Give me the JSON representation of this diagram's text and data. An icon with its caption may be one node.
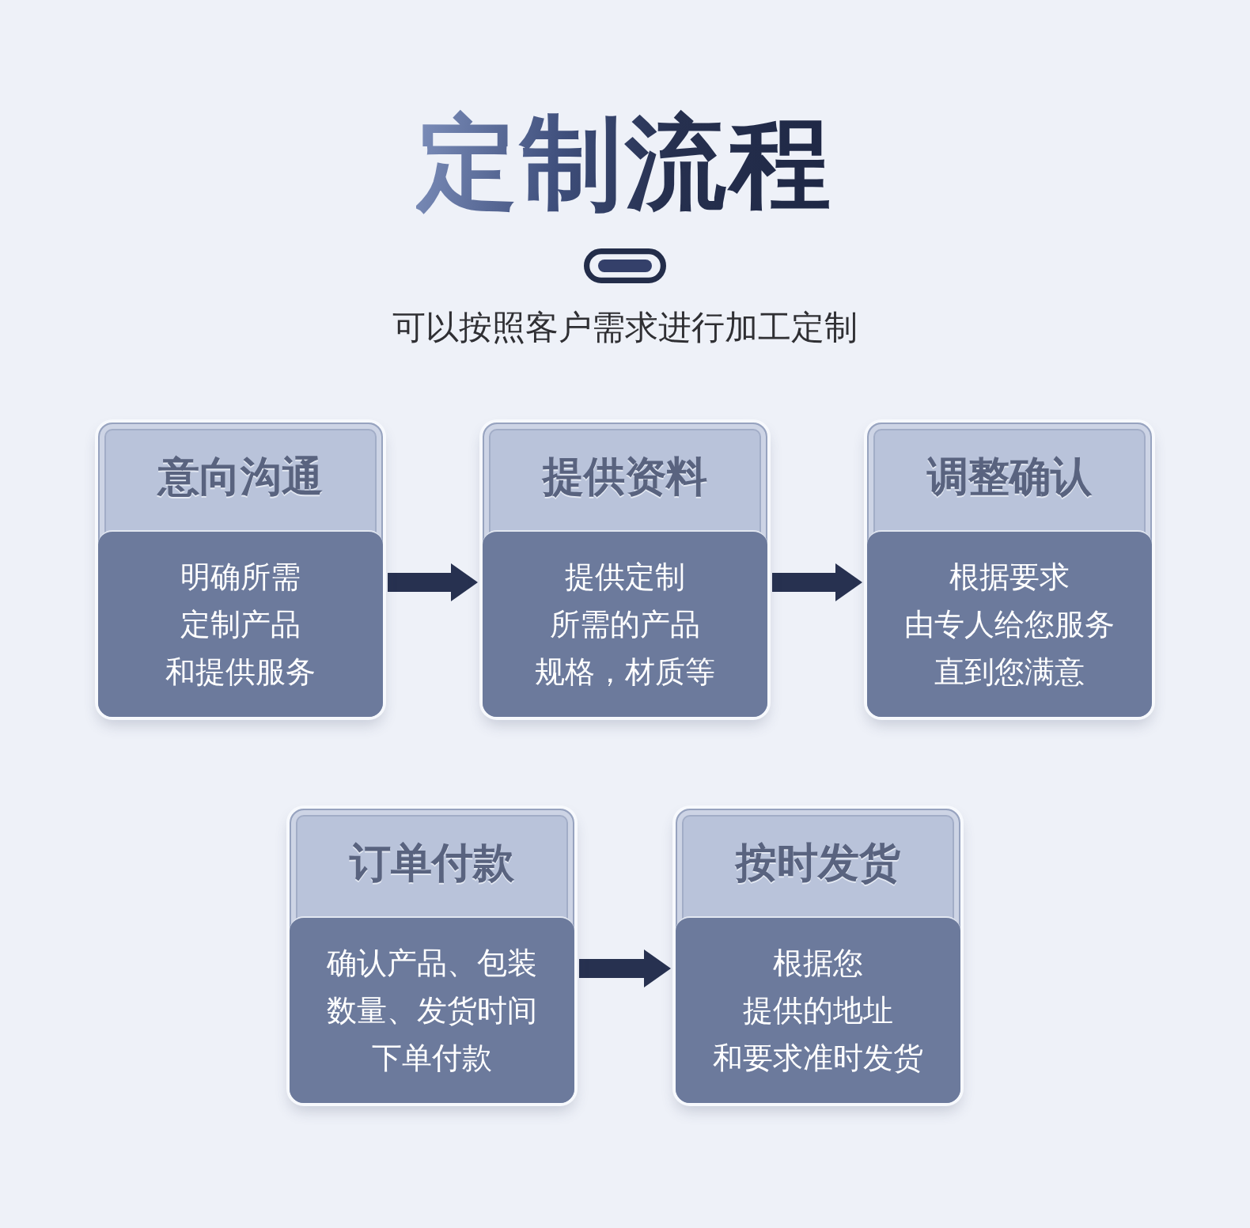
{
  "diagram": {
    "title": "定制流程",
    "nodes": [
      {
        "text": [
          "意向沟通",
          "明确所需定制产品和提供服务"
        ]
      },
      {
        "text": [
          "提供资料",
          "提供定制所需的产品规格，材质等"
        ]
      },
      {
        "text": [
          "调整确认",
          "根据要求由专人给您服务直到您满意"
        ]
      },
      {
        "text": [
          "订单付款",
          "确认产品、包装数量、发货时间下单付款"
        ]
      },
      {
        "text": [
          "按时发货",
          "根据您提供的地址和要求准时发货"
        ]
      }
    ],
    "edges": [
      {
        "from": 0,
        "to": 1,
        "arrow": "to"
      },
      {
        "from": 1,
        "to": 2,
        "arrow": "to"
      },
      {
        "from": 3,
        "to": 4,
        "arrow": "to"
      }
    ],
    "labels": [
      "可以按照客户需求进行加工定制"
    ]
  }
}
